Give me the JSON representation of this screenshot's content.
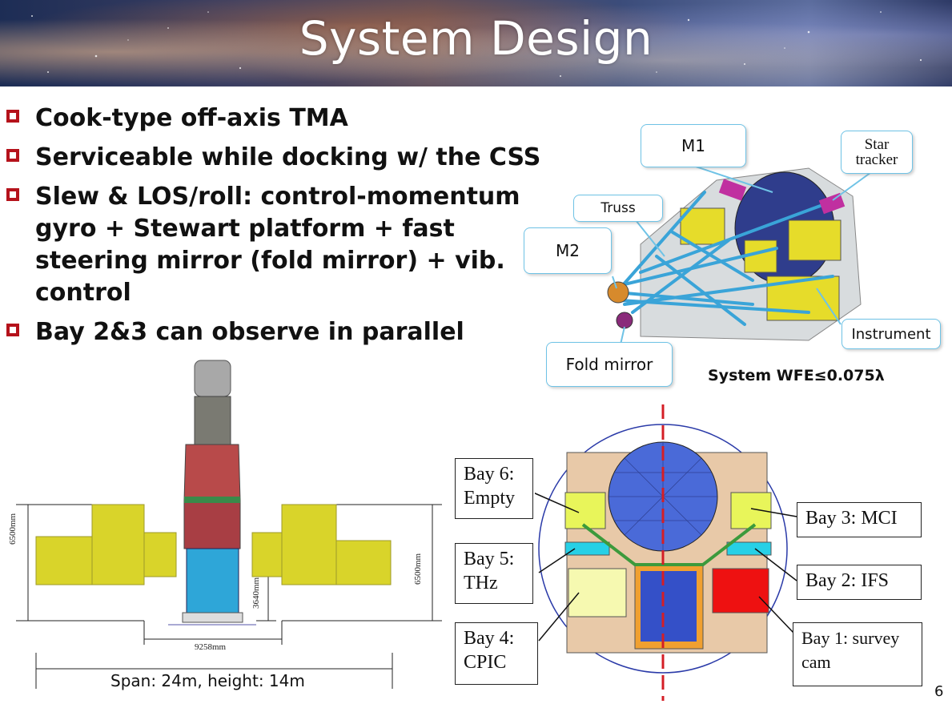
{
  "slide": {
    "title": "System Design",
    "page_number": "6"
  },
  "bullets": [
    {
      "text": "Cook-type off-axis TMA"
    },
    {
      "text": "Serviceable while docking w/ the CSS"
    },
    {
      "text": "Slew & LOS/roll: control-momentum gyro + Stewart platform + fast steering mirror (fold mirror) + vib. control"
    },
    {
      "text": "Bay 2&3 can observe in parallel"
    }
  ],
  "telescope": {
    "labels": {
      "m1": "M1",
      "star_tracker": "Star tracker",
      "truss": "Truss",
      "m2": "M2",
      "instrument": "Instrument",
      "fold_mirror": "Fold mirror"
    },
    "wfe": "System WFE≤0.075λ"
  },
  "spacecraft": {
    "dims": {
      "left_height": "6500mm",
      "right_height": "6500mm",
      "body_height": "3640mm",
      "body_width": "9258mm"
    },
    "span_label": "Span: 24m, height: 14m"
  },
  "bays": {
    "bay6": "Bay 6: Empty",
    "bay5": "Bay 5: THz",
    "bay4": "Bay 4: CPIC",
    "bay3": "Bay 3: MCI",
    "bay2": "Bay 2: IFS",
    "bay1": "Bay 1: survey cam"
  },
  "colors": {
    "accent_red": "#b5121b",
    "callout_border": "#6fc3e6"
  }
}
